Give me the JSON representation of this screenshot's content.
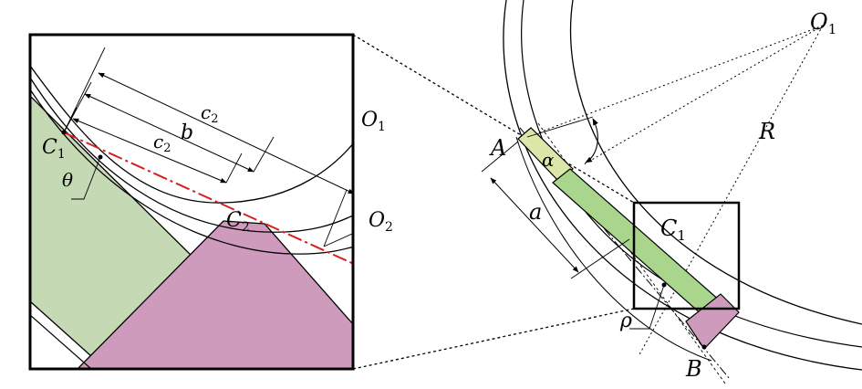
{
  "labels": {
    "inset": {
      "c2_top": "c",
      "c2_top_sub": "2",
      "b": "b",
      "c2_mid": "c",
      "c2_mid_sub": "2",
      "C1": "C",
      "C1_sub": "1",
      "theta": "θ",
      "C2": "C",
      "C2_sub": "2",
      "O1": "O",
      "O1_sub": "1",
      "O2": "O",
      "O2_sub": "2"
    },
    "main": {
      "O1": "O",
      "O1_sub": "1",
      "R": "R",
      "A": "A",
      "alpha": "α",
      "a": "a",
      "C1": "C",
      "C1_sub": "1",
      "rho": "ρ",
      "B": "B"
    }
  },
  "colors": {
    "green_block": "#c5d9b4",
    "green_bar": "#a9d58c",
    "yellow_block": "#dbe6a8",
    "pink_block": "#cf9bbd",
    "red_centerline": "#d62020",
    "stroke": "#000000"
  }
}
